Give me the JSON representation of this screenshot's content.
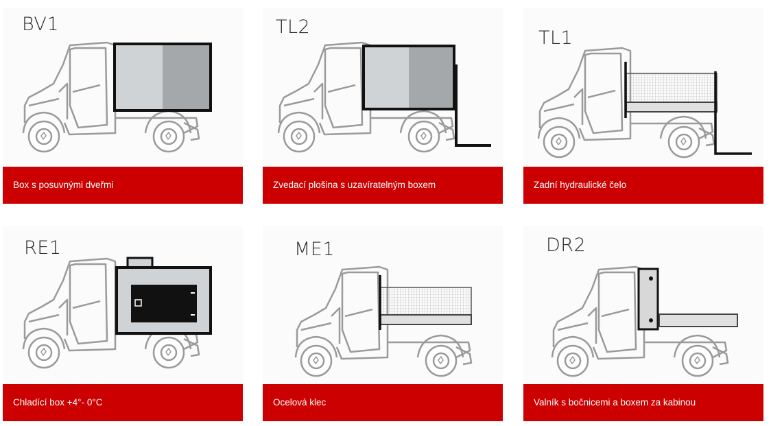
{
  "accent_color": "#cc0000",
  "cards": [
    {
      "code": "BV1",
      "label": "Box s posuvnými dveřmi"
    },
    {
      "code": "TL2",
      "label": "Zvedací plošina s uzavíratelným boxem"
    },
    {
      "code": "TL1",
      "label": "Zadní hydraulické čelo"
    },
    {
      "code": "RE1",
      "label": "Chladící box +4°- 0°C"
    },
    {
      "code": "ME1",
      "label": "Ocelová klec"
    },
    {
      "code": "DR2",
      "label": "Valník s bočnicemi a boxem za kabinou"
    }
  ]
}
